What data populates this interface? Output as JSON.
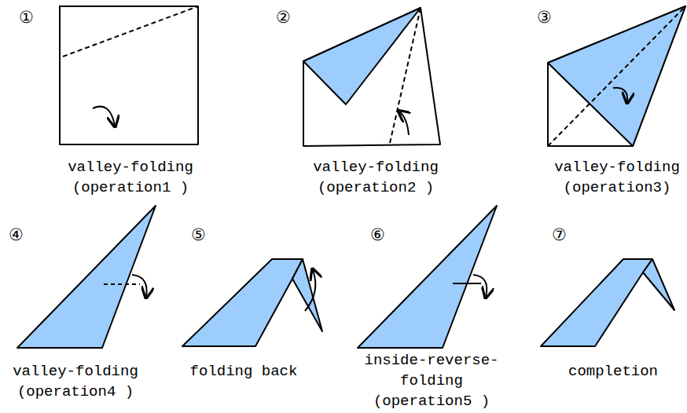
{
  "diagram": {
    "labels": [
      "①",
      "valley-folding (operation1 )",
      "②",
      "valley-folding (operation2 )",
      "③",
      "valley-folding (operation3)",
      "④",
      "valley-folding (operation4 )",
      "⑤",
      "folding back",
      "⑥",
      "inside-reverse-folding (operation5 )",
      "⑦",
      "completion"
    ]
  }
}
